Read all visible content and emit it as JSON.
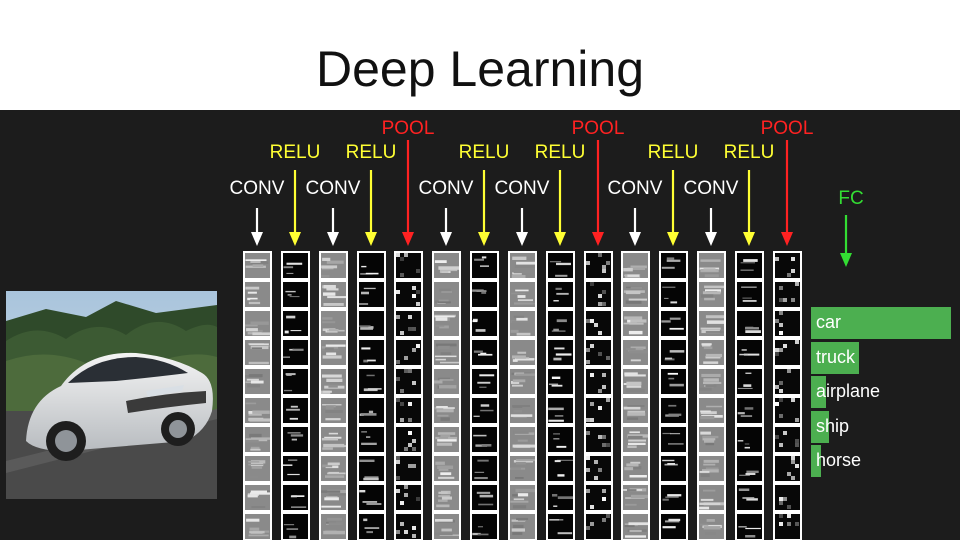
{
  "title": "Deep Learning",
  "colors": {
    "conv": "#ffffff",
    "relu": "#ffff33",
    "pool": "#ff2222",
    "fc": "#33dd33",
    "class_bar": "#4caf50",
    "panel_background": "#1c1c1c"
  },
  "layers": [
    {
      "label": "CONV",
      "kind": "conv"
    },
    {
      "label": "RELU",
      "kind": "relu"
    },
    {
      "label": "CONV",
      "kind": "conv"
    },
    {
      "label": "RELU",
      "kind": "relu"
    },
    {
      "label": "POOL",
      "kind": "pool"
    },
    {
      "label": "CONV",
      "kind": "conv"
    },
    {
      "label": "RELU",
      "kind": "relu"
    },
    {
      "label": "CONV",
      "kind": "conv"
    },
    {
      "label": "RELU",
      "kind": "relu"
    },
    {
      "label": "POOL",
      "kind": "pool"
    },
    {
      "label": "CONV",
      "kind": "conv"
    },
    {
      "label": "RELU",
      "kind": "relu"
    },
    {
      "label": "CONV",
      "kind": "conv"
    },
    {
      "label": "RELU",
      "kind": "relu"
    },
    {
      "label": "POOL",
      "kind": "pool"
    }
  ],
  "fc_label": "FC",
  "classes": [
    {
      "label": "car",
      "score": 1.0
    },
    {
      "label": "truck",
      "score": 0.34
    },
    {
      "label": "airplane",
      "score": 0.11
    },
    {
      "label": "ship",
      "score": 0.13
    },
    {
      "label": "horse",
      "score": 0.07
    }
  ]
}
